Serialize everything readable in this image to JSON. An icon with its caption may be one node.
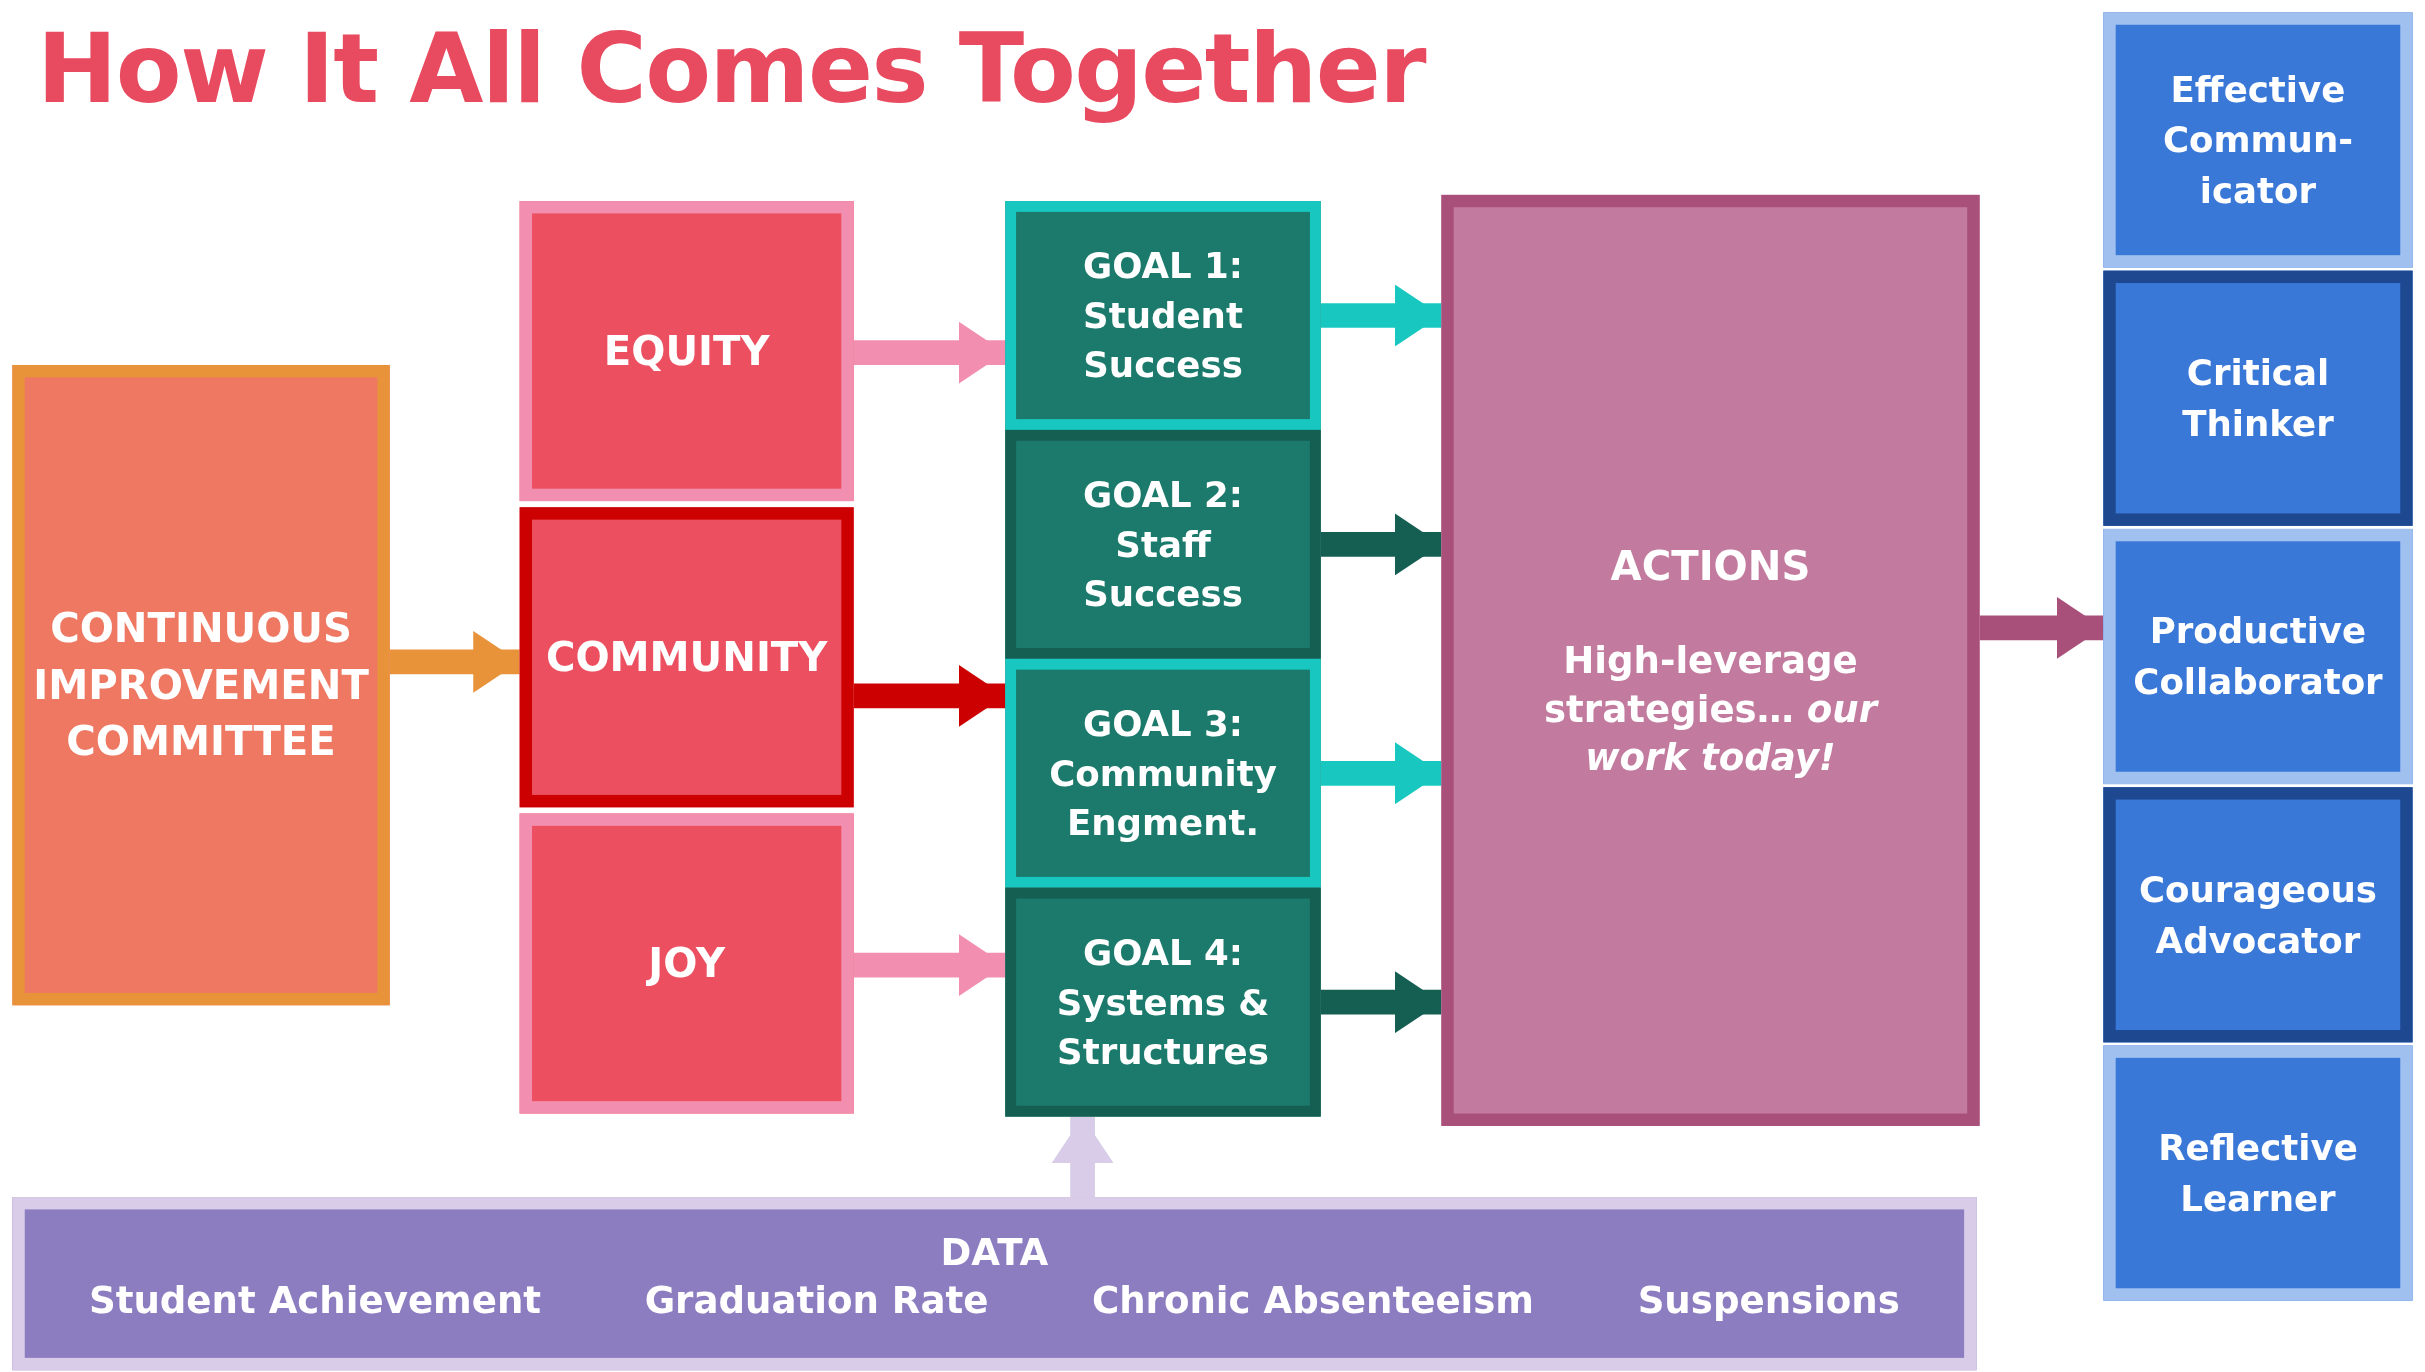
{
  "diagram": {
    "title": "How It All Comes Together",
    "nodes": [
      {
        "text": [
          "CONTINUOUS IMPROVEMENT COMMITTEE"
        ]
      },
      {
        "text": [
          "EQUITY"
        ]
      },
      {
        "text": [
          "COMMUNITY"
        ]
      },
      {
        "text": [
          "JOY"
        ]
      },
      {
        "text": [
          "GOAL 1: Student Success"
        ]
      },
      {
        "text": [
          "GOAL 2: Staff Success"
        ]
      },
      {
        "text": [
          "GOAL 3: Community Engment."
        ]
      },
      {
        "text": [
          "GOAL 4: Systems & Structures"
        ]
      },
      {
        "text": [
          "ACTIONS",
          "High-leverage strategies… *our work today!*"
        ]
      },
      {
        "text": [
          "DATA",
          "Student Achievement",
          "Graduation Rate",
          "Chronic Absenteeism",
          "Suspensions"
        ]
      },
      {
        "text": [
          "Effective Commun- icator"
        ]
      },
      {
        "text": [
          "Critical Thinker"
        ]
      },
      {
        "text": [
          "Productive Collaborator"
        ]
      },
      {
        "text": [
          "Courageous Advocator"
        ]
      },
      {
        "text": [
          "Reflective Learner"
        ]
      }
    ],
    "edges": [
      {
        "from": 0,
        "to": 2,
        "arrow": "to",
        "color": "#e8923a"
      },
      {
        "from": 1,
        "to": 4,
        "arrow": "to",
        "color": "#f28fb0"
      },
      {
        "from": 2,
        "to": 6,
        "arrow": "to",
        "color": "#cc0000"
      },
      {
        "from": 3,
        "to": 7,
        "arrow": "to",
        "color": "#f28fb0"
      },
      {
        "from": 4,
        "to": 8,
        "arrow": "to",
        "color": "#18c8c0"
      },
      {
        "from": 5,
        "to": 8,
        "arrow": "to",
        "color": "#155e52"
      },
      {
        "from": 6,
        "to": 8,
        "arrow": "to",
        "color": "#18c8c0"
      },
      {
        "from": 7,
        "to": 8,
        "arrow": "to",
        "color": "#155e52"
      },
      {
        "from": 8,
        "to": 12,
        "arrow": "to",
        "color": "#a8507a"
      },
      {
        "from": 9,
        "to": 7,
        "arrow": "to",
        "color": "#d8cce8"
      }
    ]
  }
}
